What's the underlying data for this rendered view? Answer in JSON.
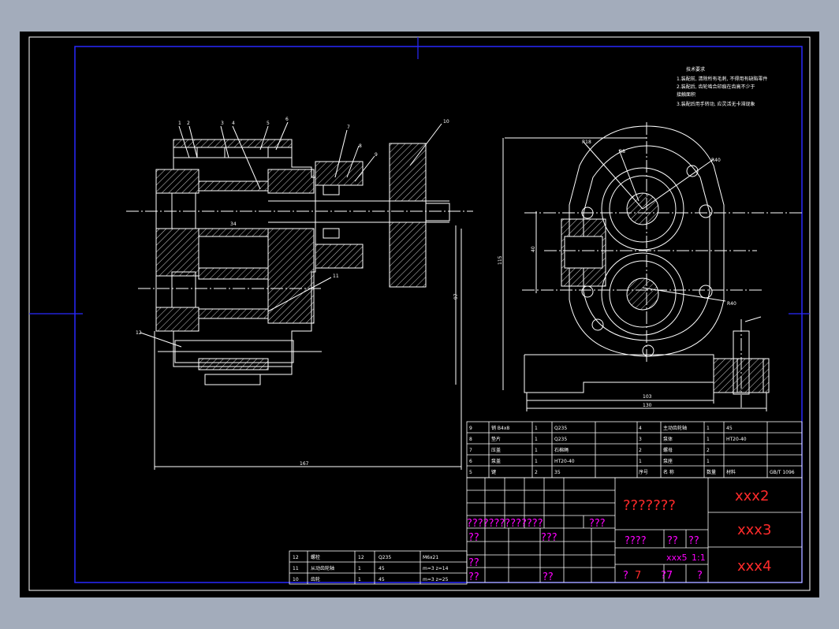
{
  "tech_notes": [
    "技术要求",
    "1.装配前, 清除所有毛刺, 不得用有缺陷零件",
    "2.装配后, 齿轮啮合印痕在齿高不少于",
    "接触面积",
    "3.装配后用手转动, 应灵活无卡滞现象"
  ],
  "side_view": {
    "part_numbers": [
      "1",
      "2",
      "3",
      "4",
      "5",
      "6",
      "7",
      "8",
      "9",
      "10",
      "11",
      "12"
    ],
    "dims": {
      "total_length": "167",
      "shaft_height": "97",
      "gear_len": "34"
    }
  },
  "front_view": {
    "dims": {
      "width_inner": "103",
      "width_total": "130",
      "height": "115",
      "center_dist": "40",
      "radius": "R40",
      "r_small": "R8",
      "r_arc": "R18"
    }
  },
  "parts_table": {
    "rows": [
      [
        "9",
        "销 B4x8",
        "1",
        "Q235",
        "4",
        "主动齿轮轴",
        "1",
        "45"
      ],
      [
        "8",
        "垫片",
        "1",
        "Q235",
        "3",
        "泵体",
        "1",
        "HT20-40"
      ],
      [
        "7",
        "压盖",
        "1",
        "石棉绳",
        "2",
        "螺母",
        "2",
        ""
      ],
      [
        "6",
        "泵盖",
        "1",
        "HT20-40",
        "1",
        "泵座",
        "1",
        ""
      ],
      [
        "5",
        "键",
        "2",
        "35",
        "序号",
        "名 称",
        "数量",
        "材料"
      ]
    ],
    "last_cell": "GB/T 1096"
  },
  "bottom_table": {
    "rows": [
      [
        "12",
        "螺栓",
        "12",
        "Q235",
        "M6x21"
      ],
      [
        "11",
        "从动齿轮轴",
        "1",
        "45",
        "m=3 z=14"
      ],
      [
        "10",
        "齿轮",
        "1",
        "45",
        "m=3 z=25"
      ]
    ]
  },
  "title_block": {
    "main_title": "???????",
    "designer_row": "??????????????",
    "stage_row": "????",
    "scale_label": "xxx5",
    "scale": "1:1",
    "xxx2": "xxx2",
    "xxx3": "xxx3",
    "xxx4": "xxx4",
    "sheet_labels": [
      "?",
      "7",
      "?7",
      "?"
    ],
    "q1": "??",
    "q2": "??",
    "q3": "??",
    "q4": "??",
    "q5": "???",
    "q6": "??",
    "q7": "??"
  },
  "colors": {
    "background": "#a3acbb",
    "paper": "#000000",
    "border": "#2424ff",
    "line": "#ffffff",
    "magenta": "#ff00ff",
    "red": "#ff2a2a"
  }
}
